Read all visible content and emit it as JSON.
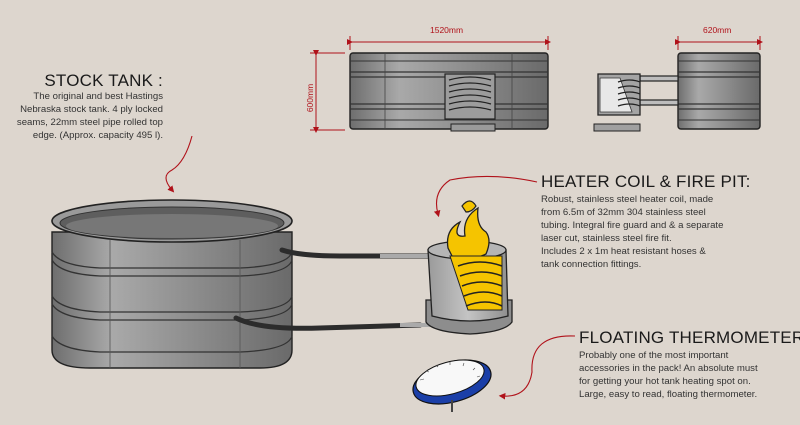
{
  "stock_tank": {
    "heading": "STOCK TANK :",
    "lines": [
      "The original and best Hastings",
      "Nebraska stock tank. 4 ply locked",
      "seams, 22mm steel pipe rolled top",
      "edge. (Approx. capacity 495 l)."
    ]
  },
  "heater_coil": {
    "heading": "HEATER COIL & FIRE PIT:",
    "lines": [
      "Robust, stainless steel heater coil, made",
      "from 6.5m of 32mm 304 stainless steel",
      "tubing. Integral fire guard and & a separate",
      "laser cut, stainless steel fire fit.",
      "Includes 2 x 1m heat resistant hoses &",
      "tank connection fittings."
    ]
  },
  "thermometer": {
    "heading": "FLOATING THERMOMETER:",
    "lines": [
      "Probably one of the most important",
      "accessories in the pack! An absolute must",
      "for getting your hot tank heating spot on.",
      "Large, easy to read, floating thermometer."
    ]
  },
  "dimensions": {
    "length": "1520mm",
    "width": "620mm",
    "height": "600mm"
  },
  "colors": {
    "accent": "#b0121a",
    "background": "#ddd6ce",
    "steel": "#8b8b8b",
    "flame": "#f5c400",
    "thermo_ring": "#1b3fa8"
  }
}
